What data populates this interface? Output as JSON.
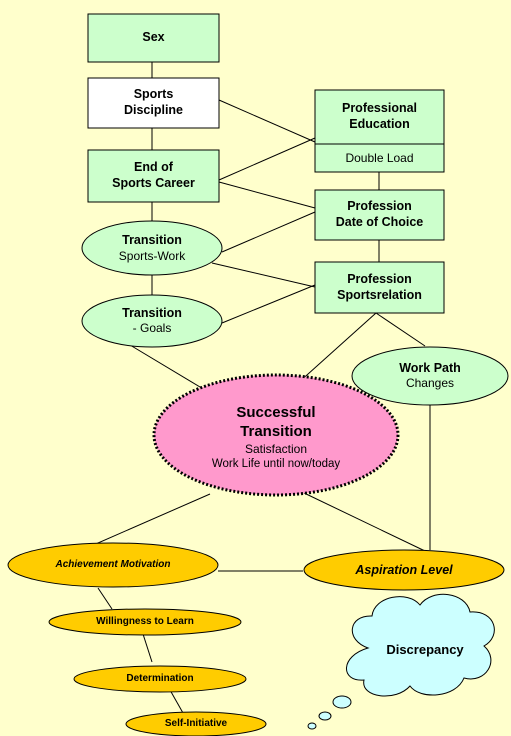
{
  "colors": {
    "background": "#ffffcc",
    "box_green": "#ccffcc",
    "box_white": "#ffffff",
    "center_pink": "#ff99cc",
    "oval_orange": "#ffcc00",
    "cloud_blue": "#ccffff"
  },
  "nodes": {
    "sex": "Sex",
    "sports_discipline": {
      "line1": "Sports",
      "line2": "Discipline"
    },
    "end_of_career": {
      "line1": "End of",
      "line2": "Sports Career"
    },
    "professional_education": {
      "line1": "Professional",
      "line2": "Education",
      "sub": "Double Load"
    },
    "profession_date": {
      "line1": "Profession",
      "line2": "Date of Choice"
    },
    "profession_relation": {
      "line1": "Profession",
      "line2": "Sportsrelation"
    },
    "transition_sports_work": {
      "title": "Transition",
      "sub": "Sports-Work"
    },
    "transition_goals": {
      "title": "Transition",
      "sub": "- Goals"
    },
    "work_path": {
      "title": "Work Path",
      "sub": "Changes"
    },
    "successful_transition": {
      "line1": "Successful",
      "line2": "Transition",
      "sub1": "Satisfaction",
      "sub2": "Work Life until now/today"
    },
    "achievement_motivation": "Achievement Motivation",
    "aspiration_level": "Aspiration Level",
    "willingness_to_learn": "Willingness to Learn",
    "determination": "Determination",
    "self_initiative": "Self-Initiative",
    "discrepancy": "Discrepancy"
  }
}
